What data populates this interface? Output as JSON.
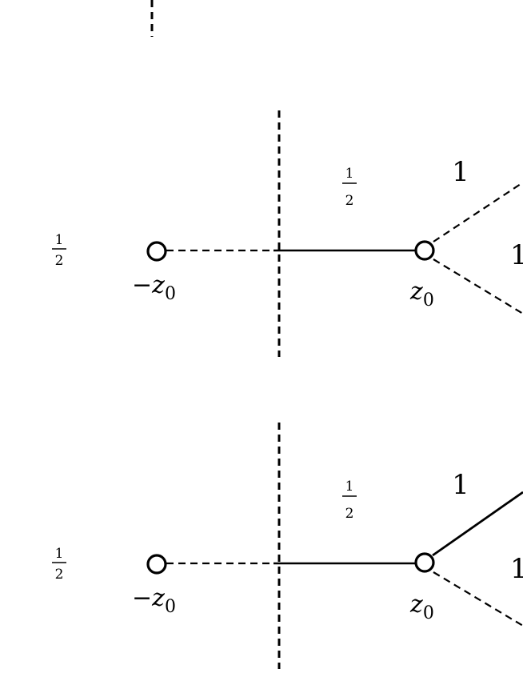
{
  "panels": [
    {
      "left_weight": {
        "num": "1",
        "den": "2"
      },
      "mid_weight": {
        "num": "1",
        "den": "2"
      },
      "upper_weight": "1",
      "lower_weight": "1",
      "neg_point": {
        "sign": "−",
        "var": "z",
        "sub": "0"
      },
      "pos_point": {
        "var": "z",
        "sub": "0"
      },
      "upper_branch": "dashed",
      "lower_branch": "dashed"
    },
    {
      "left_weight": {
        "num": "1",
        "den": "2"
      },
      "mid_weight": {
        "num": "1",
        "den": "2"
      },
      "upper_weight": "1",
      "lower_weight": "1",
      "neg_point": {
        "sign": "−",
        "var": "z",
        "sub": "0"
      },
      "pos_point": {
        "var": "z",
        "sub": "0"
      },
      "upper_branch": "solid",
      "lower_branch": "dashed"
    }
  ]
}
